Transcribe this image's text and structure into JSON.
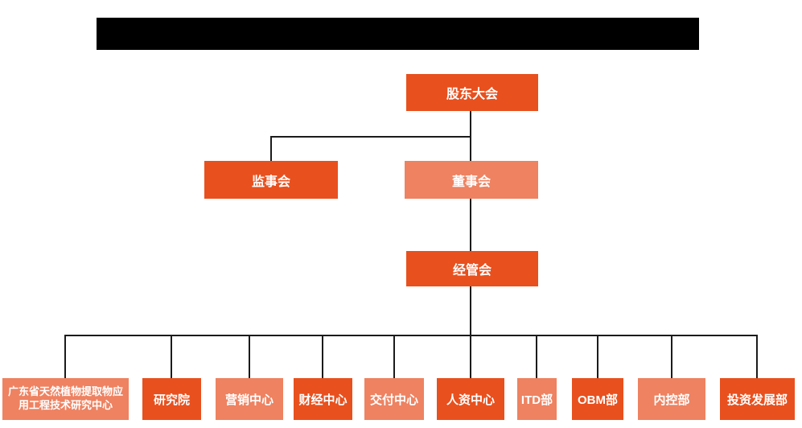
{
  "colors": {
    "background": "#ffffff",
    "node_dark": "#E8501E",
    "node_light": "#EE8261",
    "node_text": "#ffffff",
    "connector": "#1b1b1b",
    "redaction_bar": "#000000"
  },
  "org_chart": {
    "root": {
      "label": "股东大会",
      "variant": "dark"
    },
    "level_2": [
      {
        "label": "监事会",
        "variant": "dark"
      },
      {
        "label": "董事会",
        "variant": "light"
      }
    ],
    "level_3": {
      "label": "经管会",
      "variant": "dark"
    },
    "departments": [
      {
        "label": "广东省天然植物提取物应用工程技术研究中心",
        "variant": "light"
      },
      {
        "label": "研究院",
        "variant": "dark"
      },
      {
        "label": "营销中心",
        "variant": "light"
      },
      {
        "label": "财经中心",
        "variant": "dark"
      },
      {
        "label": "交付中心",
        "variant": "light"
      },
      {
        "label": "人资中心",
        "variant": "dark"
      },
      {
        "label": "ITD部",
        "variant": "light"
      },
      {
        "label": "OBM部",
        "variant": "dark"
      },
      {
        "label": "内控部",
        "variant": "light"
      },
      {
        "label": "投资发展部",
        "variant": "dark"
      }
    ]
  }
}
